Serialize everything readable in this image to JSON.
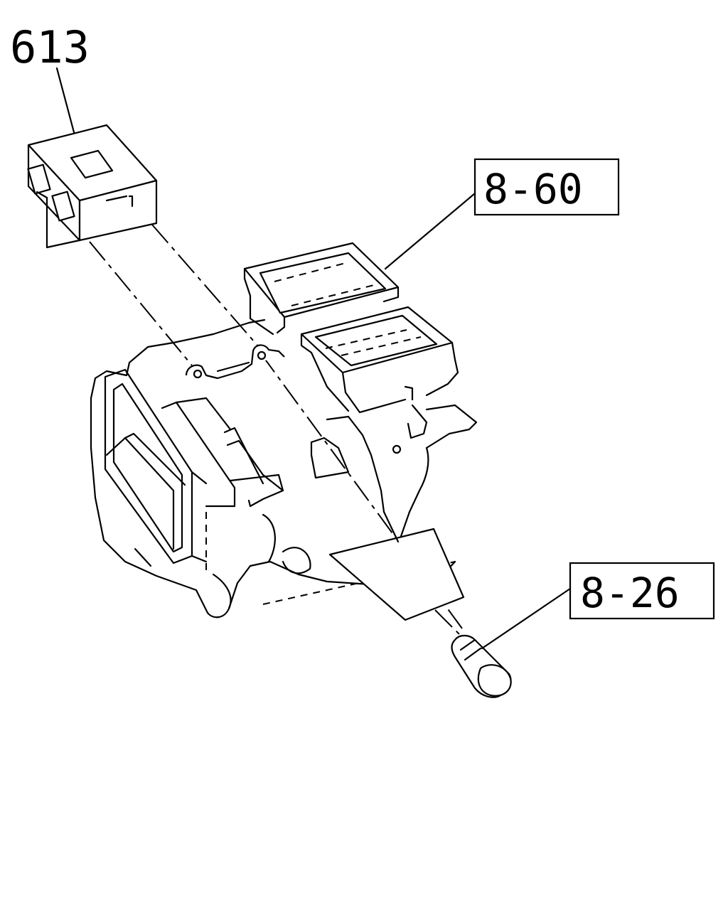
{
  "labels": {
    "part_613": "613",
    "ref_top": "8-60",
    "ref_bottom": "8-26"
  }
}
